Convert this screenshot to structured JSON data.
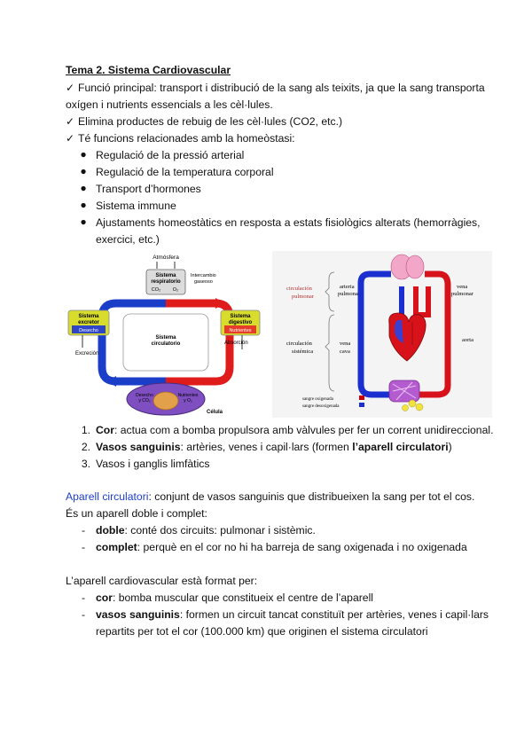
{
  "title": "Tema 2. Sistema Cardiovascular",
  "checks": [
    {
      "mark": "✓",
      "line1": "Funció principal: transport i distribució de la sang als teixits, ja que la sang transporta",
      "line2": "oxígen i nutrients essencials a les cèl·lules."
    },
    {
      "mark": "✓",
      "line1": "Elimina productes de rebuig de les cèl·lules (CO2, etc.)"
    },
    {
      "mark": "✓",
      "line1": "Té funcions relacionades amb la homeòstasi:"
    }
  ],
  "homeostasis": [
    "Regulació de la pressió arterial",
    "Regulació de la temperatura corporal",
    "Transport d’hormones",
    "Sistema immune",
    "Ajustaments homeostàtics en resposta a estats fisiològics alterats (hemorràgies,",
    "exercici, etc.)"
  ],
  "diagram_left": {
    "atmosfera": "Atmósfera",
    "respiratorio": [
      "Sistema",
      "respiratorio"
    ],
    "co2": "CO₂",
    "o2": "O₂",
    "intercambio": [
      "Intercambio",
      "gaseoso"
    ],
    "excretor": [
      "Sistema",
      "excretor"
    ],
    "desecho": "Desecho",
    "excrecion": "Excreción",
    "circulatorio": [
      "Sistema",
      "circulatorio"
    ],
    "digestivo": [
      "Sistema",
      "digestivo"
    ],
    "nutrientes": "Nutrientes",
    "absorcion": "Absorción",
    "cell_left": [
      "Desecho",
      "y CO₂"
    ],
    "cell_right": [
      "Nutrientes",
      "y O₂"
    ],
    "celula": "Célula"
  },
  "diagram_right": {
    "circ_pulmonar": [
      "circulación",
      "pulmonar"
    ],
    "arteria": [
      "arteria",
      "pulmonar"
    ],
    "vena_pulmonar": [
      "vena",
      "pulmonar"
    ],
    "aorta": "aorta",
    "circ_sistemica": [
      "circulación",
      "sistémica"
    ],
    "vena_cava": [
      "vena",
      "cava"
    ],
    "legend_ox": "sangre oxigenada",
    "legend_deox": "sangre desoxigenada",
    "colors": {
      "red": "#d8121b",
      "blue": "#1b2fd0",
      "legend_red": "#cc0000",
      "legend_blue": "#1b2fd0"
    }
  },
  "numbered": [
    {
      "n": "1.",
      "bold": "Cor",
      "rest": ": actua com a bomba propulsora amb vàlvules per fer un corrent unidireccional."
    },
    {
      "n": "2.",
      "bold": "Vasos sanguinis",
      "rest": ": artèries, venes i capil·lars (formen ",
      "bold2": "l’aparell circulatori",
      "rest2": ")"
    },
    {
      "n": "3.",
      "rest": "Vasos i ganglis limfàtics"
    }
  ],
  "aparell": {
    "term": "Aparell circulatori",
    "def": ": conjunt de vasos sanguinis que distribueixen la sang per tot el cos.",
    "line2": "És un aparell doble i complet:"
  },
  "aparell_items": [
    {
      "bold": "doble",
      "rest": ": conté dos circuits: pulmonar i sistèmic."
    },
    {
      "bold": "complet",
      "rest": ": perquè en el cor no hi ha barreja de sang oxigenada i no oxigenada"
    }
  ],
  "format_intro": "L’aparell cardiovascular està format per:",
  "format_items": [
    {
      "bold": "cor",
      "rest": ": bomba muscular que constitueix el centre de l’aparell"
    },
    {
      "bold": "vasos sanguinis",
      "rest": ": formen un circuit tancat constituït per artèries, venes i capil·lars",
      "line2": "repartits per tot el cor (100.000 km) que originen el sistema circulatori"
    }
  ]
}
